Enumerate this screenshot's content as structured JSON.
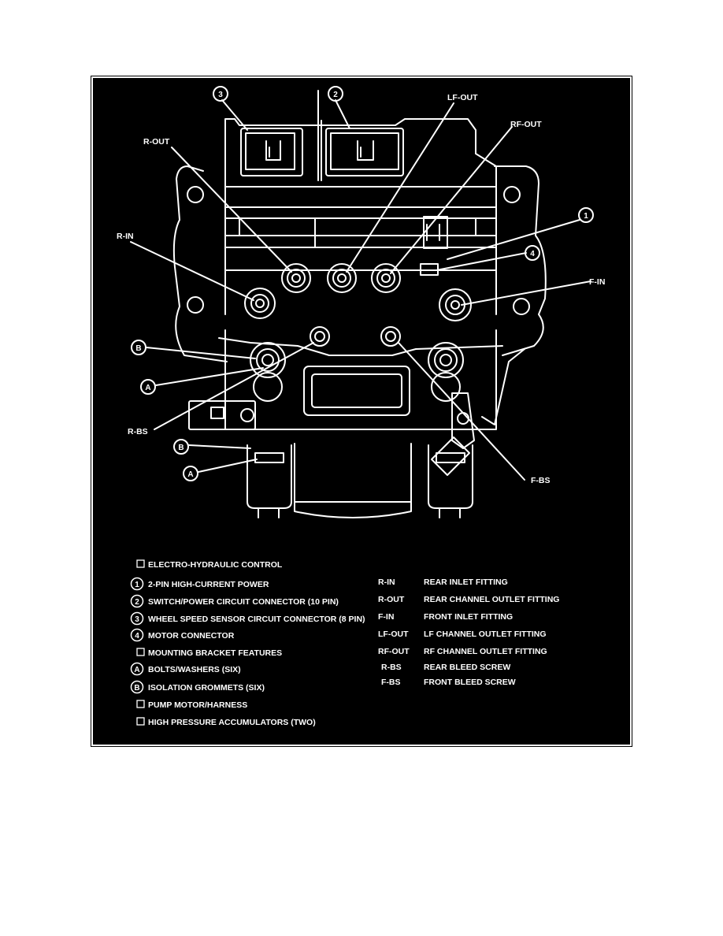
{
  "callouts": {
    "r_out": "R-OUT",
    "r_in": "R-IN",
    "r_bs": "R-BS",
    "lf_out": "LF-OUT",
    "rf_out": "RF-OUT",
    "f_in": "F-IN",
    "f_bs": "F-BS",
    "num_1": "1",
    "num_2": "2",
    "num_3": "3",
    "num_4": "4",
    "letter_a": "A",
    "letter_b": "B"
  },
  "legend_left": [
    {
      "marker": "box",
      "text": "ELECTRO-HYDRAULIC CONTROL"
    },
    {
      "marker": "1",
      "text": "2-PIN HIGH-CURRENT POWER"
    },
    {
      "marker": "2",
      "text": "SWITCH/POWER CIRCUIT CONNECTOR (10 PIN)"
    },
    {
      "marker": "3",
      "text": "WHEEL SPEED SENSOR CIRCUIT CONNECTOR (8 PIN)"
    },
    {
      "marker": "4",
      "text": "MOTOR CONNECTOR"
    },
    {
      "marker": "box",
      "text": "MOUNTING BRACKET FEATURES"
    },
    {
      "marker": "A",
      "text": "BOLTS/WASHERS (SIX)"
    },
    {
      "marker": "B",
      "text": "ISOLATION GROMMETS (SIX)"
    },
    {
      "marker": "box",
      "text": "PUMP MOTOR/HARNESS"
    },
    {
      "marker": "box",
      "text": "HIGH PRESSURE ACCUMULATORS (TWO)"
    }
  ],
  "legend_right": [
    {
      "code": "R-IN",
      "text": "REAR INLET FITTING"
    },
    {
      "code": "R-OUT",
      "text": "REAR CHANNEL OUTLET FITTING"
    },
    {
      "code": "F-IN",
      "text": "FRONT INLET FITTING"
    },
    {
      "code": "LF-OUT",
      "text": "LF CHANNEL OUTLET FITTING"
    },
    {
      "code": "RF-OUT",
      "text": "RF CHANNEL OUTLET FITTING"
    },
    {
      "code": "R-BS",
      "text": "REAR BLEED SCREW"
    },
    {
      "code": "F-BS",
      "text": "FRONT BLEED SCREW"
    }
  ]
}
